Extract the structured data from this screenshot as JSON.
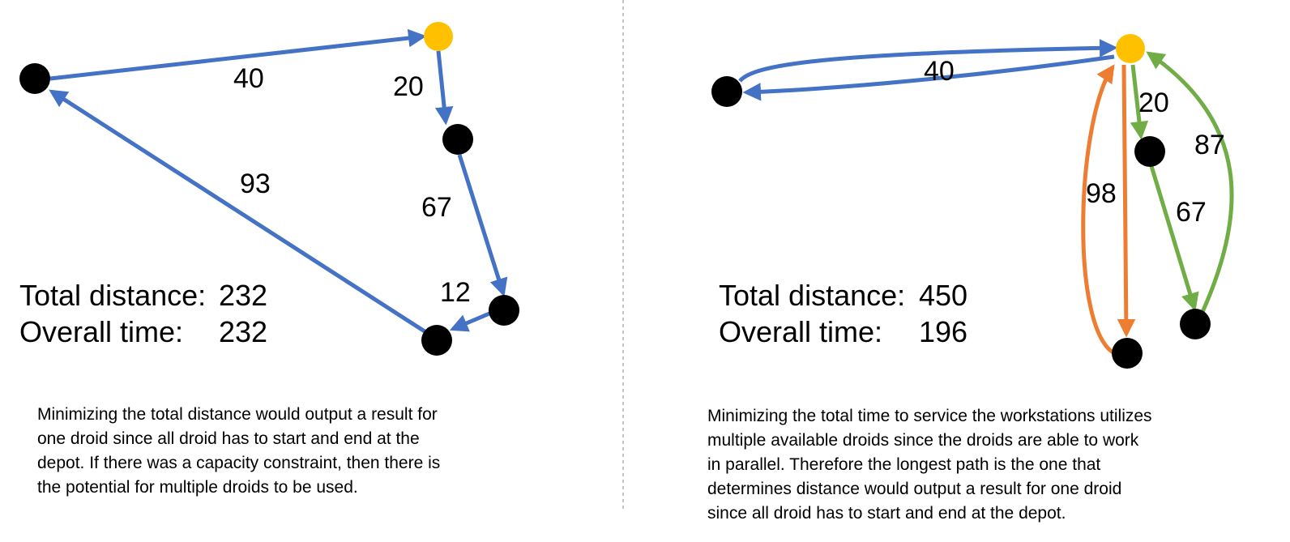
{
  "colors": {
    "blue": "#4472C4",
    "orange": "#ED7D31",
    "green": "#70AD47",
    "depot": "#FFC000",
    "node": "#000000",
    "divider": "#A6A6A6"
  },
  "left_panel": {
    "edge_labels": {
      "e40": "40",
      "e20": "20",
      "e67": "67",
      "e12": "12",
      "e93": "93"
    },
    "total_distance_label": "Total distance:",
    "total_distance_value": "232",
    "overall_time_label": "Overall time:",
    "overall_time_value": "232",
    "caption": "Minimizing the total distance would output a result for\none droid since all droid has to start and end at the\ndepot. If there was a capacity constraint, then there is\nthe potential for multiple droids to be used."
  },
  "right_panel": {
    "edge_labels": {
      "e40": "40",
      "e20": "20",
      "e67": "67",
      "e87": "87",
      "e98": "98"
    },
    "total_distance_label": "Total distance:",
    "total_distance_value": "450",
    "overall_time_label": "Overall time:",
    "overall_time_value": "196",
    "caption": "Minimizing the total time to service the workstations utilizes\nmultiple available droids since the droids are able to work\nin parallel. Therefore the longest path is the one that\ndetermines distance would output a result for one droid\nsince all droid has to start and end at the depot."
  }
}
